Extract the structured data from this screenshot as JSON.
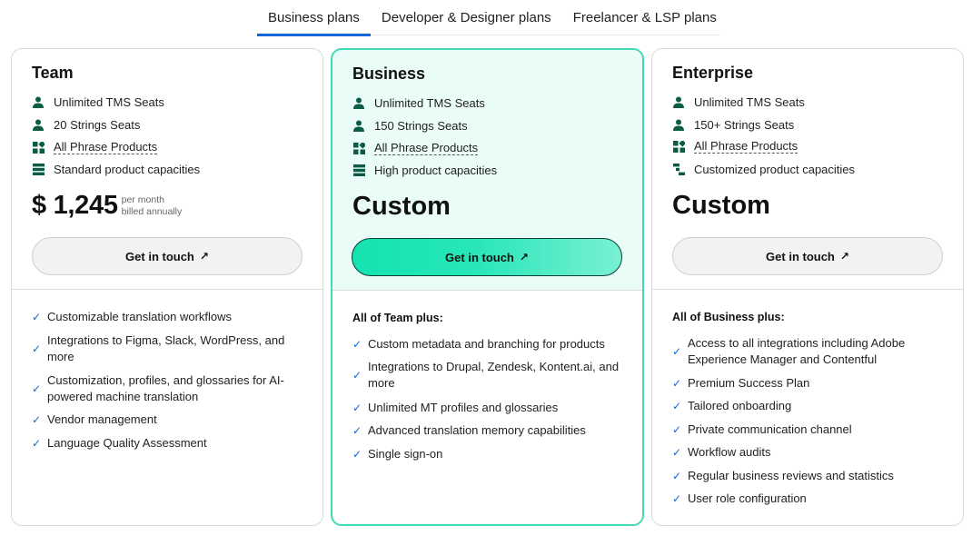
{
  "tabs": [
    "Business plans",
    "Developer & Designer plans",
    "Freelancer & LSP plans"
  ],
  "accent_color": "#1565d8",
  "highlight_color": "#3fd9b3",
  "plans": [
    {
      "name": "Team",
      "features": [
        {
          "icon": "user-icon",
          "label": "Unlimited TMS Seats"
        },
        {
          "icon": "user-icon",
          "label": "20 Strings Seats"
        },
        {
          "icon": "grid-icon",
          "label": "All Phrase Products"
        },
        {
          "icon": "stack-icon",
          "label": "Standard product capacities"
        }
      ],
      "price": "$ 1,245",
      "price_period": "per month",
      "price_billing": "billed annually",
      "cta": "Get in touch",
      "includes_heading": "",
      "includes": [
        "Customizable translation workflows",
        "Integrations to Figma, Slack, WordPress, and more",
        "Customization, profiles, and glossaries for AI-powered machine translation",
        "Vendor management",
        "Language Quality Assessment"
      ]
    },
    {
      "name": "Business",
      "features": [
        {
          "icon": "user-icon",
          "label": "Unlimited TMS Seats"
        },
        {
          "icon": "user-icon",
          "label": "150 Strings Seats"
        },
        {
          "icon": "grid-icon",
          "label": "All Phrase Products"
        },
        {
          "icon": "stack-icon",
          "label": "High product capacities"
        }
      ],
      "price": "Custom",
      "cta": "Get in touch",
      "includes_heading": "All of Team plus:",
      "includes": [
        "Custom metadata and branching for products",
        "Integrations to Drupal, Zendesk, Kontent.ai, and more",
        "Unlimited MT profiles and glossaries",
        "Advanced translation memory capabilities",
        "Single sign-on"
      ]
    },
    {
      "name": "Enterprise",
      "features": [
        {
          "icon": "user-icon",
          "label": "Unlimited TMS Seats"
        },
        {
          "icon": "user-icon",
          "label": "150+ Strings Seats"
        },
        {
          "icon": "grid-icon",
          "label": "All Phrase Products"
        },
        {
          "icon": "custom-stack-icon",
          "label": "Customized product capacities"
        }
      ],
      "price": "Custom",
      "cta": "Get in touch",
      "includes_heading": "All of Business plus:",
      "includes": [
        "Access to all integrations including Adobe Experience Manager and Contentful",
        "Premium Success Plan",
        "Tailored onboarding",
        "Private communication channel",
        "Workflow audits",
        "Regular business reviews and statistics",
        "User role configuration"
      ]
    }
  ]
}
